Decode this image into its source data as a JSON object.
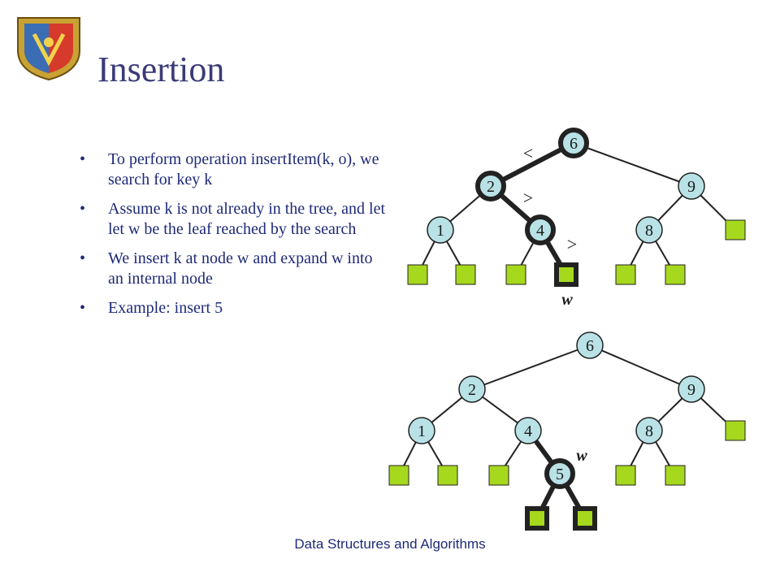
{
  "slide": {
    "title": "Insertion",
    "footer": "Data Structures and Algorithms",
    "bullets": [
      "To perform operation insertItem(k, o), we search for key k",
      "Assume k is not already in the tree, and let let w be the leaf reached by the search",
      "We insert k at node w and expand w into an internal node",
      "Example: insert 5"
    ]
  },
  "logo": {
    "icon": "institute-crest-icon"
  },
  "colors": {
    "node_fill": "#b9e2e6",
    "leaf_fill": "#a6d81e",
    "edge": "#222222",
    "text": "#1f2a78",
    "title": "#3b3b78"
  },
  "diagram": {
    "top_tree": {
      "nodes": [
        "6",
        "2",
        "9",
        "1",
        "4",
        "8"
      ],
      "comparisons": [
        "<",
        ">",
        ">"
      ],
      "leaf_label": "w"
    },
    "bottom_tree": {
      "nodes": [
        "6",
        "2",
        "9",
        "1",
        "4",
        "8",
        "5"
      ],
      "leaf_label": "w"
    }
  }
}
